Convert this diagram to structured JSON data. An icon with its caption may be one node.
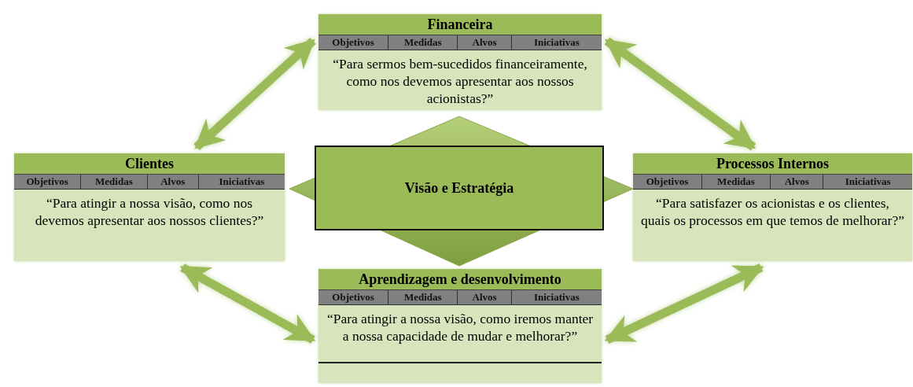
{
  "diagram": {
    "nodes": [
      {
        "text": [
          "Financeira",
          "Objetivos",
          "Medidas",
          "Alvos",
          "Iniciativas",
          "“Para sermos bem-sucedidos financeiramente, como nos devemos apresentar aos nossos acionistas?”"
        ]
      },
      {
        "text": [
          "Clientes",
          "Objetivos",
          "Medidas",
          "Alvos",
          "Iniciativas",
          "“Para atingir a nossa visão, como nos devemos apresentar aos nossos clientes?”"
        ]
      },
      {
        "text": [
          "Visão e Estratégia"
        ]
      },
      {
        "text": [
          "Processos Internos",
          "Objetivos",
          "Medidas",
          "Alvos",
          "Iniciativas",
          "“Para satisfazer os acionistas e os clientes, quais os processos em que temos de melhorar?”"
        ]
      },
      {
        "text": [
          "Aprendizagem e desenvolvimento",
          "Objetivos",
          "Medidas",
          "Alvos",
          "Iniciativas",
          "“Para atingir a nossa visão, como iremos manter a nossa capacidade de mudar e melhorar?”"
        ]
      }
    ],
    "edges": [
      {
        "from": 1,
        "to": 0,
        "arrow": "both"
      },
      {
        "from": 0,
        "to": 3,
        "arrow": "both"
      },
      {
        "from": 1,
        "to": 4,
        "arrow": "both"
      },
      {
        "from": 3,
        "to": 4,
        "arrow": "both"
      }
    ]
  }
}
